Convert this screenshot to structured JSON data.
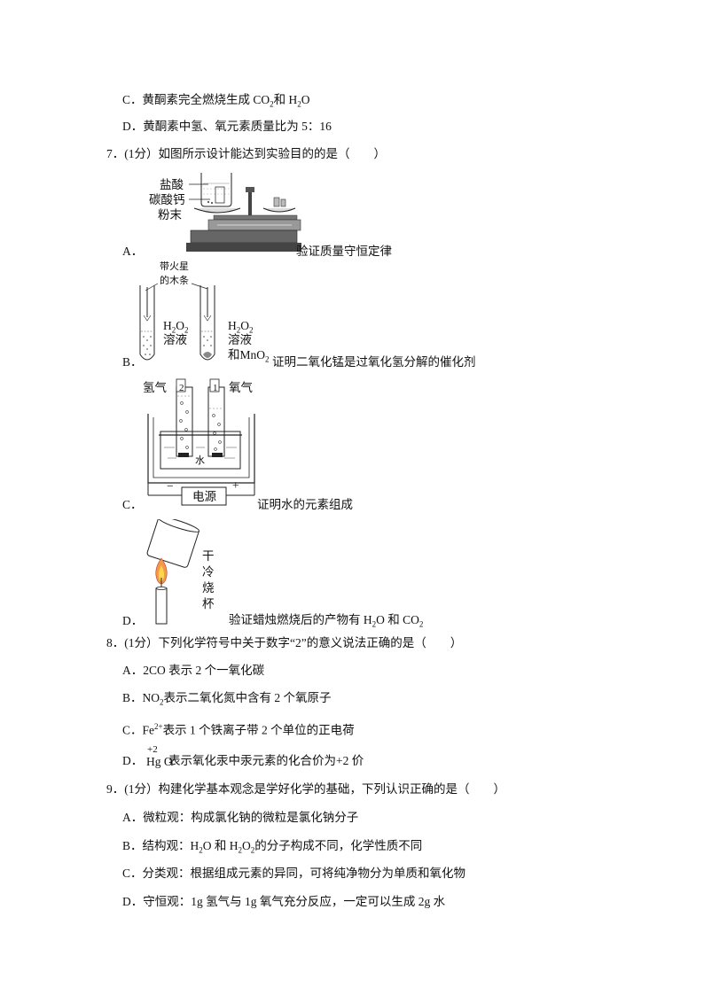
{
  "lines": {
    "c6": [
      "C．黄酮素完全燃烧生成 CO",
      "2",
      "和 H",
      "2",
      "O"
    ],
    "d6": "D．黄酮素中氢、氧元素质量比为 5：16",
    "q7": "7．(1分）如图所示设计能达到实验目的的是（　　）",
    "q8": "8．(1分）下列化学符号中关于数字“2”的意义说法正确的是（　　）",
    "q8a": "A．2CO 表示 2 个一氧化碳",
    "q8b": [
      "B．NO",
      "2",
      "表示二氧化氮中含有 2 个氧原子"
    ],
    "q8c": [
      "C．Fe",
      "2+",
      "表示 1 个铁离子带 2 个单位的正电荷"
    ],
    "q8d_prefix": "D．",
    "q8d_sup": "+2",
    "q8d_formula": "Hg O",
    "q8d_text": "表示氧化汞中汞元素的化合价为+2 价",
    "q9": "9．(1分）构建化学基本观念是学好化学的基础，下列认识正确的是（　　）",
    "q9a": "A．微粒观：构成氯化钠的微粒是氯化钠分子",
    "q9b": [
      "B．结构观：H",
      "2",
      "O 和 H",
      "2",
      "O",
      "2",
      "的分子构成不同，化学性质不同"
    ],
    "q9c": "C．分类观：根据组成元素的异同，可将纯净物分为单质和氧化物",
    "q9d": "D．守恒观：1g 氢气与 1g 氧气充分反应，一定可以生成 2g 水"
  },
  "q7_options": {
    "a": {
      "letter": "A．",
      "caption": "验证质量守恒定律",
      "labels": [
        "盐酸",
        "碳酸钙",
        "粉末"
      ]
    },
    "b": {
      "letter": "B．",
      "caption": "证明二氧化锰是过氧化氢分解的催化剂",
      "top_label_1": "带火星",
      "top_label_2": "的木条",
      "left_tube_1": [
        "H",
        "2",
        "O",
        "2"
      ],
      "left_tube_2": "溶液",
      "right_tube_1": [
        "H",
        "2",
        "O",
        "2"
      ],
      "right_tube_2": "溶液",
      "right_tube_3": [
        "和MnO",
        "2"
      ]
    },
    "c": {
      "letter": "C．",
      "caption": "证明水的元素组成",
      "gas_left": "氢气",
      "gas_right": "氧气",
      "tube_left_num": "2",
      "tube_right_num": "1",
      "water": "水",
      "minus": "−",
      "plus": "+",
      "power": "电源"
    },
    "d": {
      "letter": "D．",
      "caption_parts": [
        "验证蜡烛燃烧后的产物有 H",
        "2",
        "O 和 CO",
        "2"
      ],
      "vertical_label": [
        "干",
        "冷",
        "烧",
        "杯"
      ]
    }
  }
}
